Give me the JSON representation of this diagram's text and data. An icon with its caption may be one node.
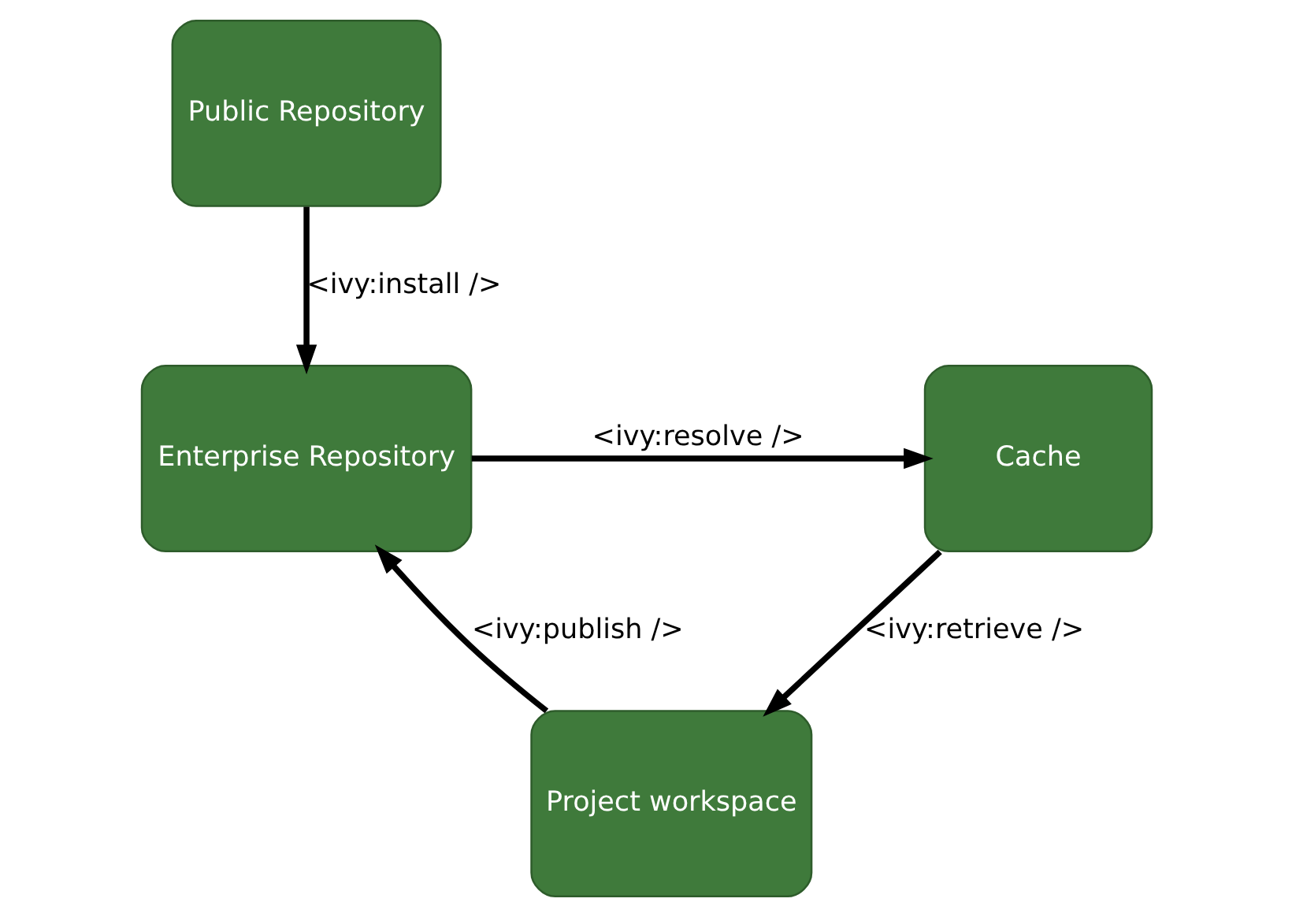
{
  "diagram": {
    "nodes": [
      {
        "text": [
          "Public Repository"
        ]
      },
      {
        "text": [
          "Enterprise Repository"
        ]
      },
      {
        "text": [
          "Cache"
        ]
      },
      {
        "text": [
          "Project workspace"
        ]
      }
    ],
    "edges": [
      {
        "from": 0,
        "to": 1,
        "arrow": "to",
        "label": "<ivy:install />"
      },
      {
        "from": 1,
        "to": 2,
        "arrow": "to",
        "label": "<ivy:resolve />"
      },
      {
        "from": 2,
        "to": 3,
        "arrow": "to",
        "label": "<ivy:retrieve />"
      },
      {
        "from": 3,
        "to": 1,
        "arrow": "to",
        "label": "<ivy:publish />"
      }
    ]
  }
}
